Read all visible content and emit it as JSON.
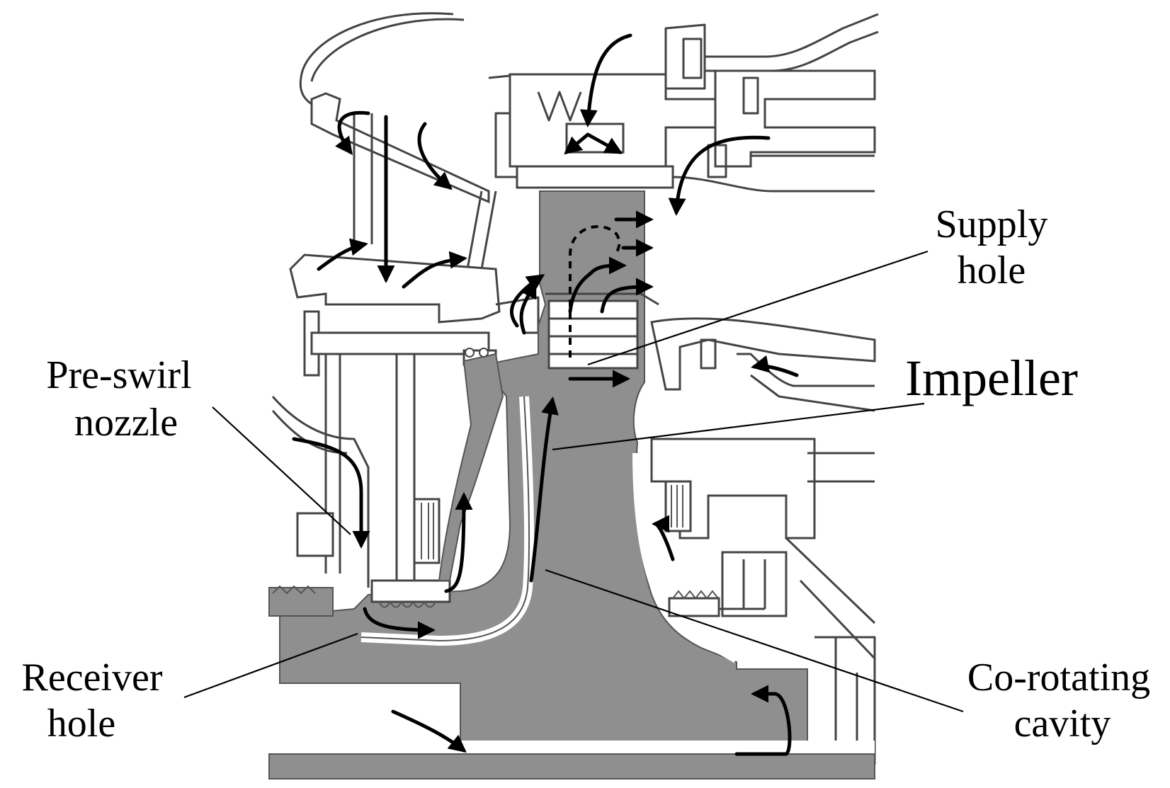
{
  "labels": {
    "supply_hole_line1": "Supply",
    "supply_hole_line2": "hole",
    "impeller": "Impeller",
    "pre_swirl_line1": "Pre-swirl",
    "pre_swirl_line2": "nozzle",
    "receiver_line1": "Receiver",
    "receiver_line2": "hole",
    "corotating_line1": "Co-rotating",
    "corotating_line2": "cavity"
  },
  "colors": {
    "metal": "#8f8f8f",
    "outline": "#444444",
    "flow_arrow": "#000000",
    "background": "#ffffff"
  }
}
